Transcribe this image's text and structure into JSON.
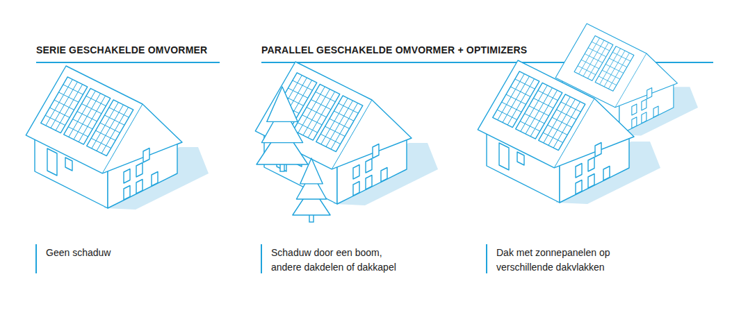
{
  "diagram": {
    "labels": [
      "SERIE GESCHAKELDE OMVORMER",
      "PARALLEL GESCHAKELDE OMVORMER + OPTIMIZERS",
      "Geen schaduw",
      "Schaduw door een boom, andere dakdelen of dakkapel",
      "Dak met zonnepanelen op verschillende dakvlakken"
    ]
  }
}
